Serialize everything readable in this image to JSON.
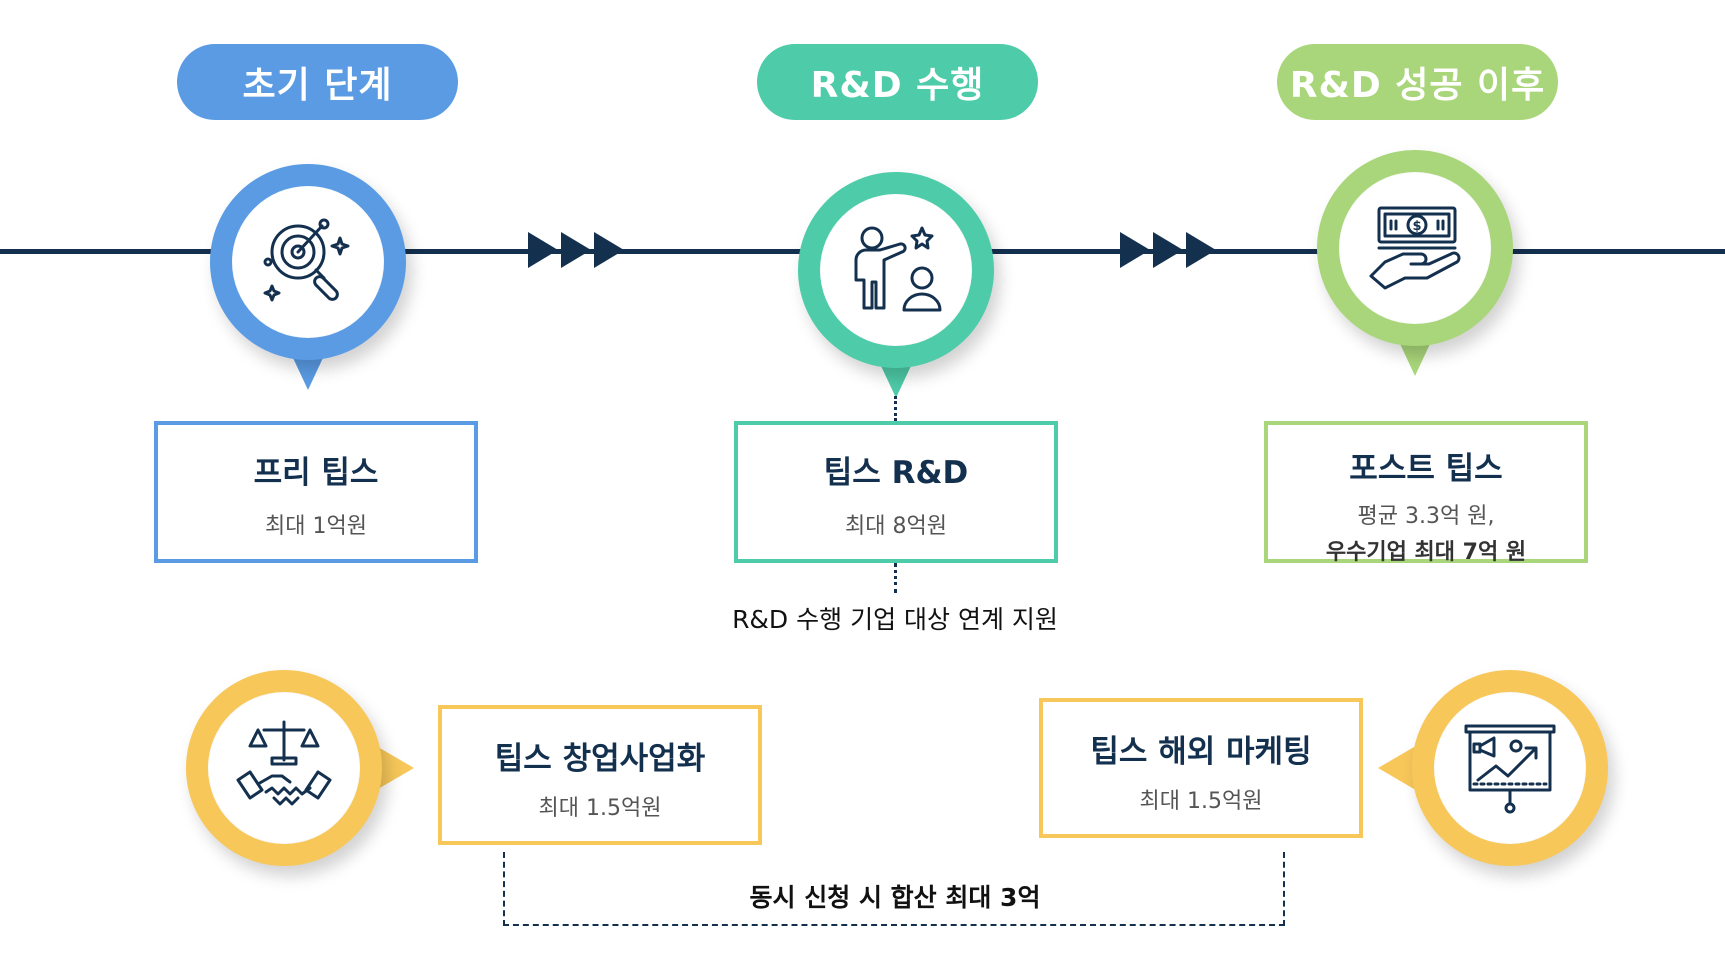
{
  "stages": {
    "early": "초기 단계",
    "rnd": "R&D 수행",
    "after": "R&D 성공 이후"
  },
  "programs": {
    "pre_tips": {
      "title": "프리 팁스",
      "desc": "최대 1억원"
    },
    "tips_rnd": {
      "title": "팁스 R&D",
      "desc": "최대 8억원"
    },
    "post_tips": {
      "title": "포스트 팁스",
      "desc_line1": "평균 3.3억 원,",
      "desc_line2": "우수기업 최대 7억 원"
    },
    "tips_startup": {
      "title": "팁스 창업사업화",
      "desc": "최대 1.5억원"
    },
    "tips_marketing": {
      "title": "팁스 해외 마케팅",
      "desc": "최대 1.5억원"
    }
  },
  "notes": {
    "linked_support": "R&D 수행 기업 대상 연계 지원",
    "combined": "동시 신청 시 합산 최대 3억"
  },
  "colors": {
    "blue": "#5a9be4",
    "teal": "#4ecba8",
    "green": "#a9d67a",
    "yellow": "#f7c75a",
    "navy": "#14304f"
  },
  "icons": [
    "magnifier-target-icon",
    "person-presenting-icon",
    "money-hand-icon",
    "handshake-scale-icon",
    "presentation-board-icon"
  ]
}
